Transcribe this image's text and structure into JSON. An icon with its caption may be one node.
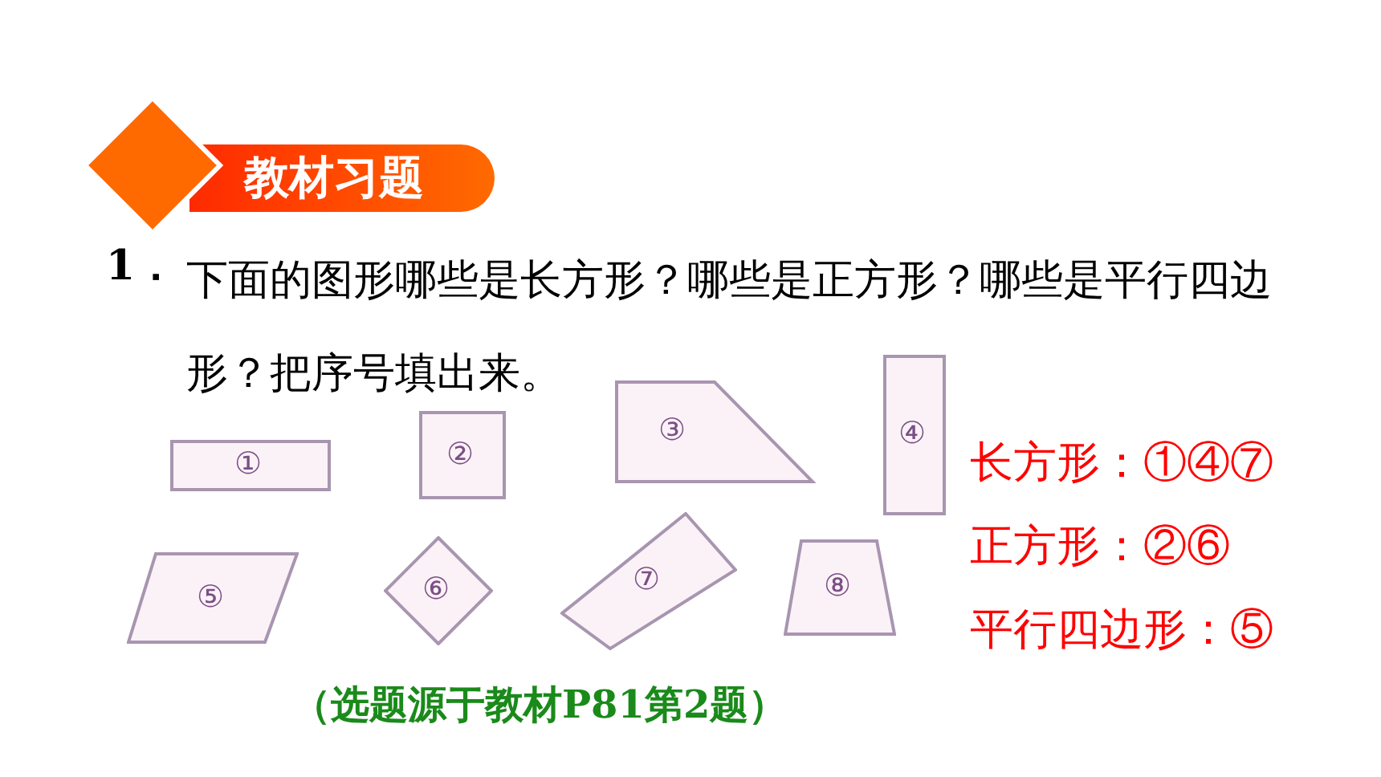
{
  "diagram": {
    "title": "教材习题",
    "nodes": [
      {
        "text": [
          "①"
        ]
      },
      {
        "text": [
          "②"
        ]
      },
      {
        "text": [
          "③"
        ]
      },
      {
        "text": [
          "④"
        ]
      },
      {
        "text": [
          "⑤"
        ]
      },
      {
        "text": [
          "⑥"
        ]
      },
      {
        "text": [
          "⑦"
        ]
      },
      {
        "text": [
          "⑧"
        ]
      }
    ],
    "labels": [
      "1．",
      "下面的图形哪些是长方形？哪些是正方形？哪些是平行四边形？把序号填出来。",
      "长方形：①④⑦",
      "正方形：②⑥",
      "平行四边形：⑤",
      "（选题源于教材P81第2题）"
    ]
  }
}
